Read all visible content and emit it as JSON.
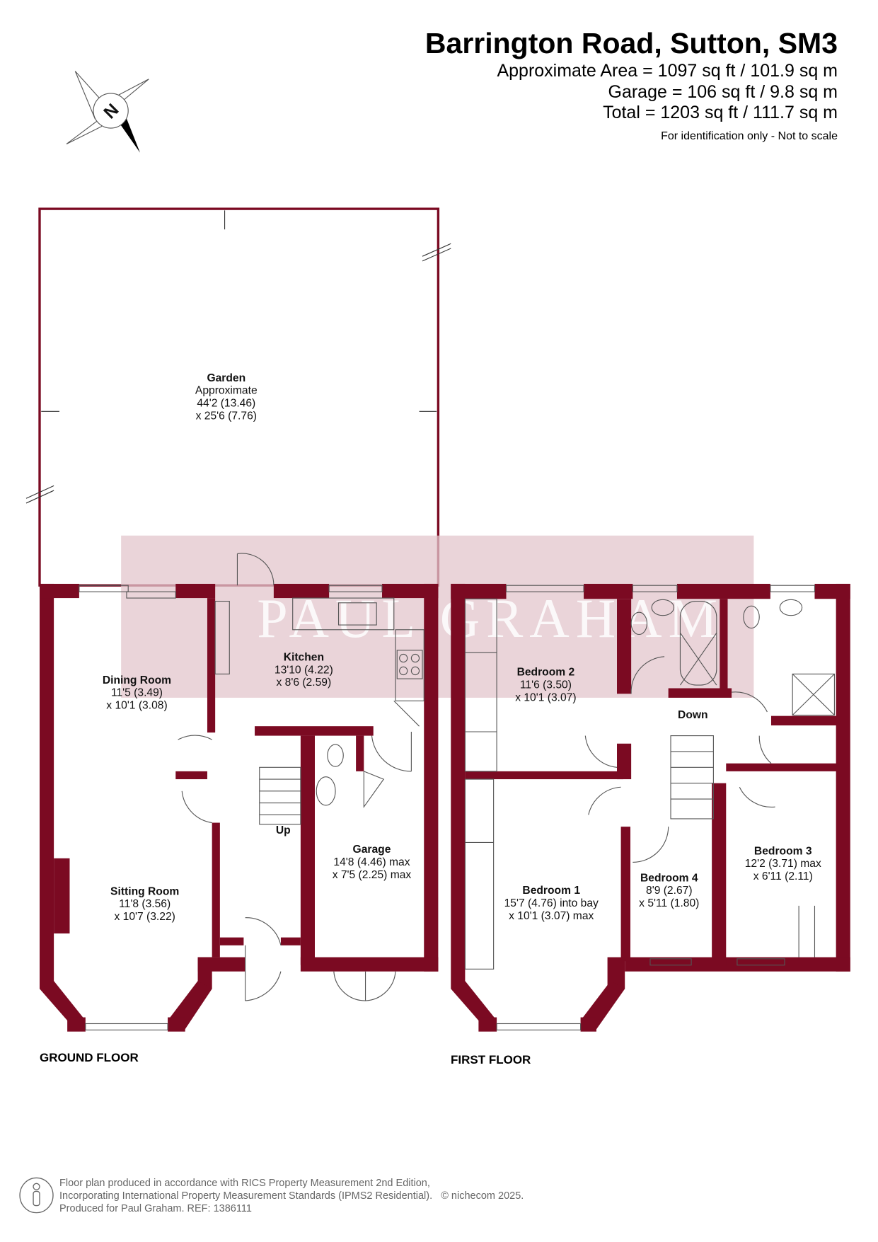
{
  "header": {
    "title": "Barrington Road, Sutton, SM3",
    "areas": [
      "Approximate Area = 1097 sq ft / 101.9 sq m",
      "Garage = 106 sq ft / 9.8 sq m",
      "Total = 1203 sq ft / 111.7 sq m"
    ],
    "note": "For identification only - Not to scale"
  },
  "compass": {
    "label": "N",
    "icon": "compass-north-icon"
  },
  "watermark": "PAUL GRAHAM",
  "colors": {
    "walls": "#7b0a22",
    "watermark": "#e3c5cc"
  },
  "ground_floor": {
    "label": "GROUND FLOOR",
    "rooms": [
      {
        "name": "Garden",
        "lines": [
          "Approximate",
          "44'2 (13.46)",
          "x 25'6 (7.76)"
        ]
      },
      {
        "name": "Kitchen",
        "lines": [
          "13'10 (4.22)",
          "x 8'6 (2.59)"
        ]
      },
      {
        "name": "Dining Room",
        "lines": [
          "11'5 (3.49)",
          "x 10'1 (3.08)"
        ]
      },
      {
        "name": "Sitting Room",
        "lines": [
          "11'8 (3.56)",
          "x 10'7 (3.22)"
        ]
      },
      {
        "name": "Garage",
        "lines": [
          "14'8 (4.46) max",
          "x 7'5 (2.25) max"
        ]
      }
    ],
    "stairs_label": "Up"
  },
  "first_floor": {
    "label": "FIRST FLOOR",
    "rooms": [
      {
        "name": "Bedroom 2",
        "lines": [
          "11'6 (3.50)",
          "x 10'1 (3.07)"
        ]
      },
      {
        "name": "Bedroom 1",
        "lines": [
          "15'7 (4.76) into bay",
          "x 10'1 (3.07) max"
        ]
      },
      {
        "name": "Bedroom 4",
        "lines": [
          "8'9 (2.67)",
          "x 5'11 (1.80)"
        ]
      },
      {
        "name": "Bedroom 3",
        "lines": [
          "12'2 (3.71) max",
          "x 6'11 (2.11)"
        ]
      }
    ],
    "stairs_label": "Down"
  },
  "footer": {
    "lines": [
      "Floor plan produced in accordance with RICS Property Measurement 2nd Edition,",
      "Incorporating International Property Measurement Standards (IPMS2 Residential).",
      "Produced for Paul Graham.   REF: 1386111"
    ],
    "copyright": "© nichecom 2025."
  }
}
